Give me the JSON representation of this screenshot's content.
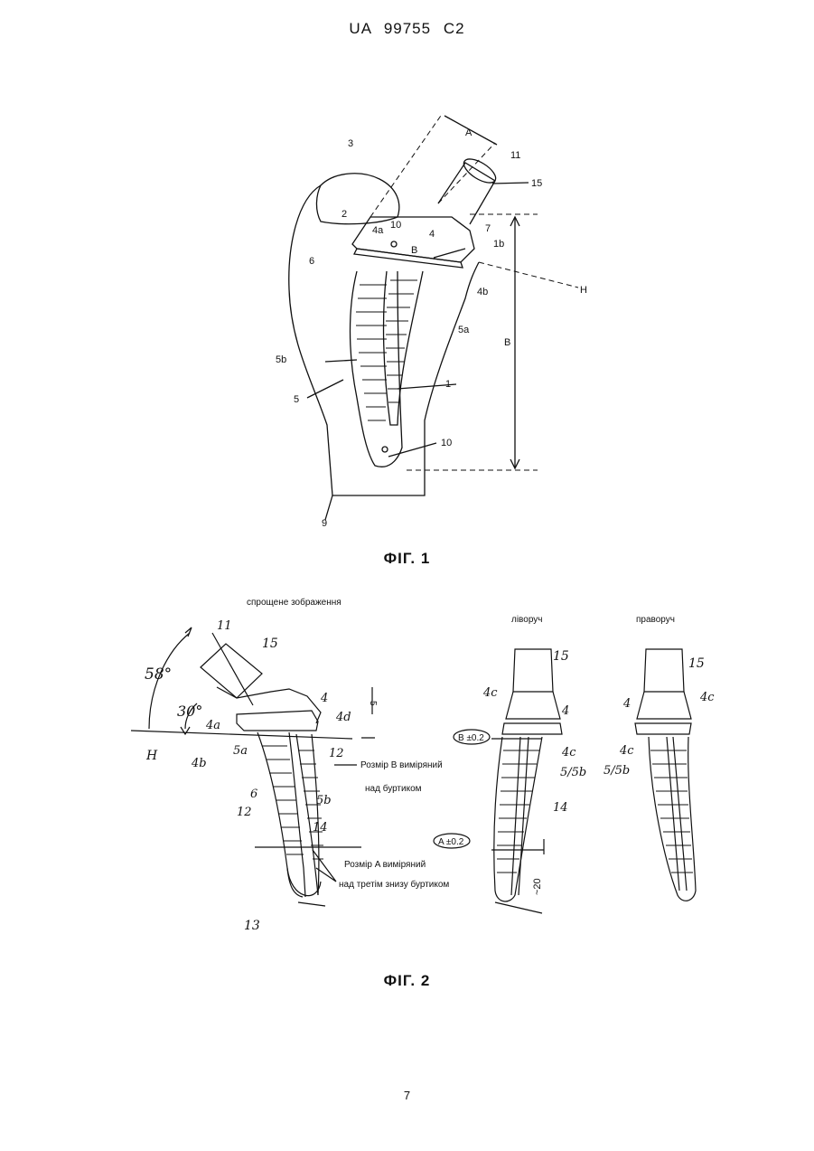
{
  "header": "UA 99755 C2",
  "fig1": {
    "caption": "ФІГ. 1",
    "labels": {
      "l1": "1",
      "l2": "2",
      "l3": "3",
      "l4": "4",
      "l4a": "4a",
      "l4b": "4b",
      "l5": "5",
      "l5a": "5a",
      "l5b": "5b",
      "l6": "6",
      "l7": "7",
      "l9": "9",
      "l10a": "10",
      "l10b": "10",
      "l11": "11",
      "l15": "15",
      "l1b": "1b",
      "lB_inner": "B",
      "lB": "B",
      "lA": "A",
      "lH": "H"
    }
  },
  "fig2": {
    "caption": "ФІГ. 2",
    "simplified": "спрощене зображення",
    "left_title": "ліворуч",
    "right_title": "праворуч",
    "dim_b": "Розмір B виміряний",
    "dim_b2": "над  буртиком",
    "dim_a": "Розмір A виміряний",
    "dim_a2": "над третім знизу буртиком",
    "tol_b": "B ±0.2",
    "tol_a": "A ±0.2",
    "approx20": "~20",
    "angle58": "58°",
    "angle30": "30°",
    "labels": {
      "l11": "11",
      "l15a": "15",
      "l15b": "15",
      "l15c": "15",
      "l4a": "4a",
      "l4b": "4b",
      "l4": "4",
      "l4d": "4d",
      "l5": "5",
      "l5a": "5a",
      "l5b": "5b",
      "l6": "6",
      "l12a": "12",
      "l12b": "12",
      "l14": "14",
      "l13": "13",
      "lH": "H",
      "l4c1": "4c",
      "l4_1": "4",
      "l4c2": "4c",
      "l55b_1": "5/5b",
      "l14b": "14",
      "l4_2": "4",
      "l4c3": "4c",
      "l4c4": "4c",
      "l55b_2": "5/5b"
    }
  },
  "page_number": "7"
}
